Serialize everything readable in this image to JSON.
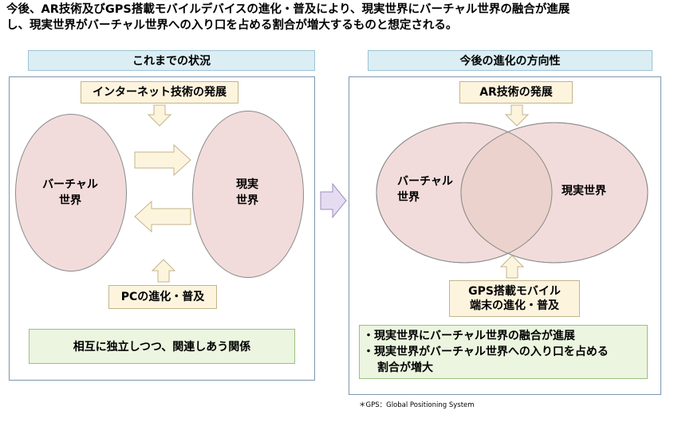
{
  "intro": {
    "line1": "今後、AR技術及びGPS搭載モバイルデバイスの進化・普及により、現実世界にバーチャル世界の融合が進展",
    "line2": "し、現実世界がバーチャル世界への入り口を占める割合が増大するものと想定される。"
  },
  "left": {
    "header": "これまでの状況",
    "top_label": "インターネット技術の発展",
    "bottom_label": "PCの進化・普及",
    "virtual_line1": "バーチャル",
    "virtual_line2": "世界",
    "real_line1": "現実",
    "real_line2": "世界",
    "summary": "相互に独立しつつ、関連しあう関係"
  },
  "right": {
    "header": "今後の進化の方向性",
    "top_label": "AR技術の発展",
    "bottom_label_line1": "GPS搭載モバイル",
    "bottom_label_line2": "端末の進化・普及",
    "virtual_line1": "バーチャル",
    "virtual_line2": "世界",
    "real": "現実世界",
    "bullet1": "・現実世界にバーチャル世界の融合が進展",
    "bullet2_line1": "・現実世界がバーチャル世界への入り口を占める",
    "bullet2_line2": "割合が増大"
  },
  "footnote": "＊GPS：Global Positioning System",
  "colors": {
    "header_fill": "#dbeef4",
    "label_fill": "#fdf4de",
    "ellipse_fill": "#f2dcdb",
    "overlap_fill": "#ecd2cc",
    "summary_fill": "#ebf5df",
    "transition_arrow": "#e6dcf2"
  }
}
